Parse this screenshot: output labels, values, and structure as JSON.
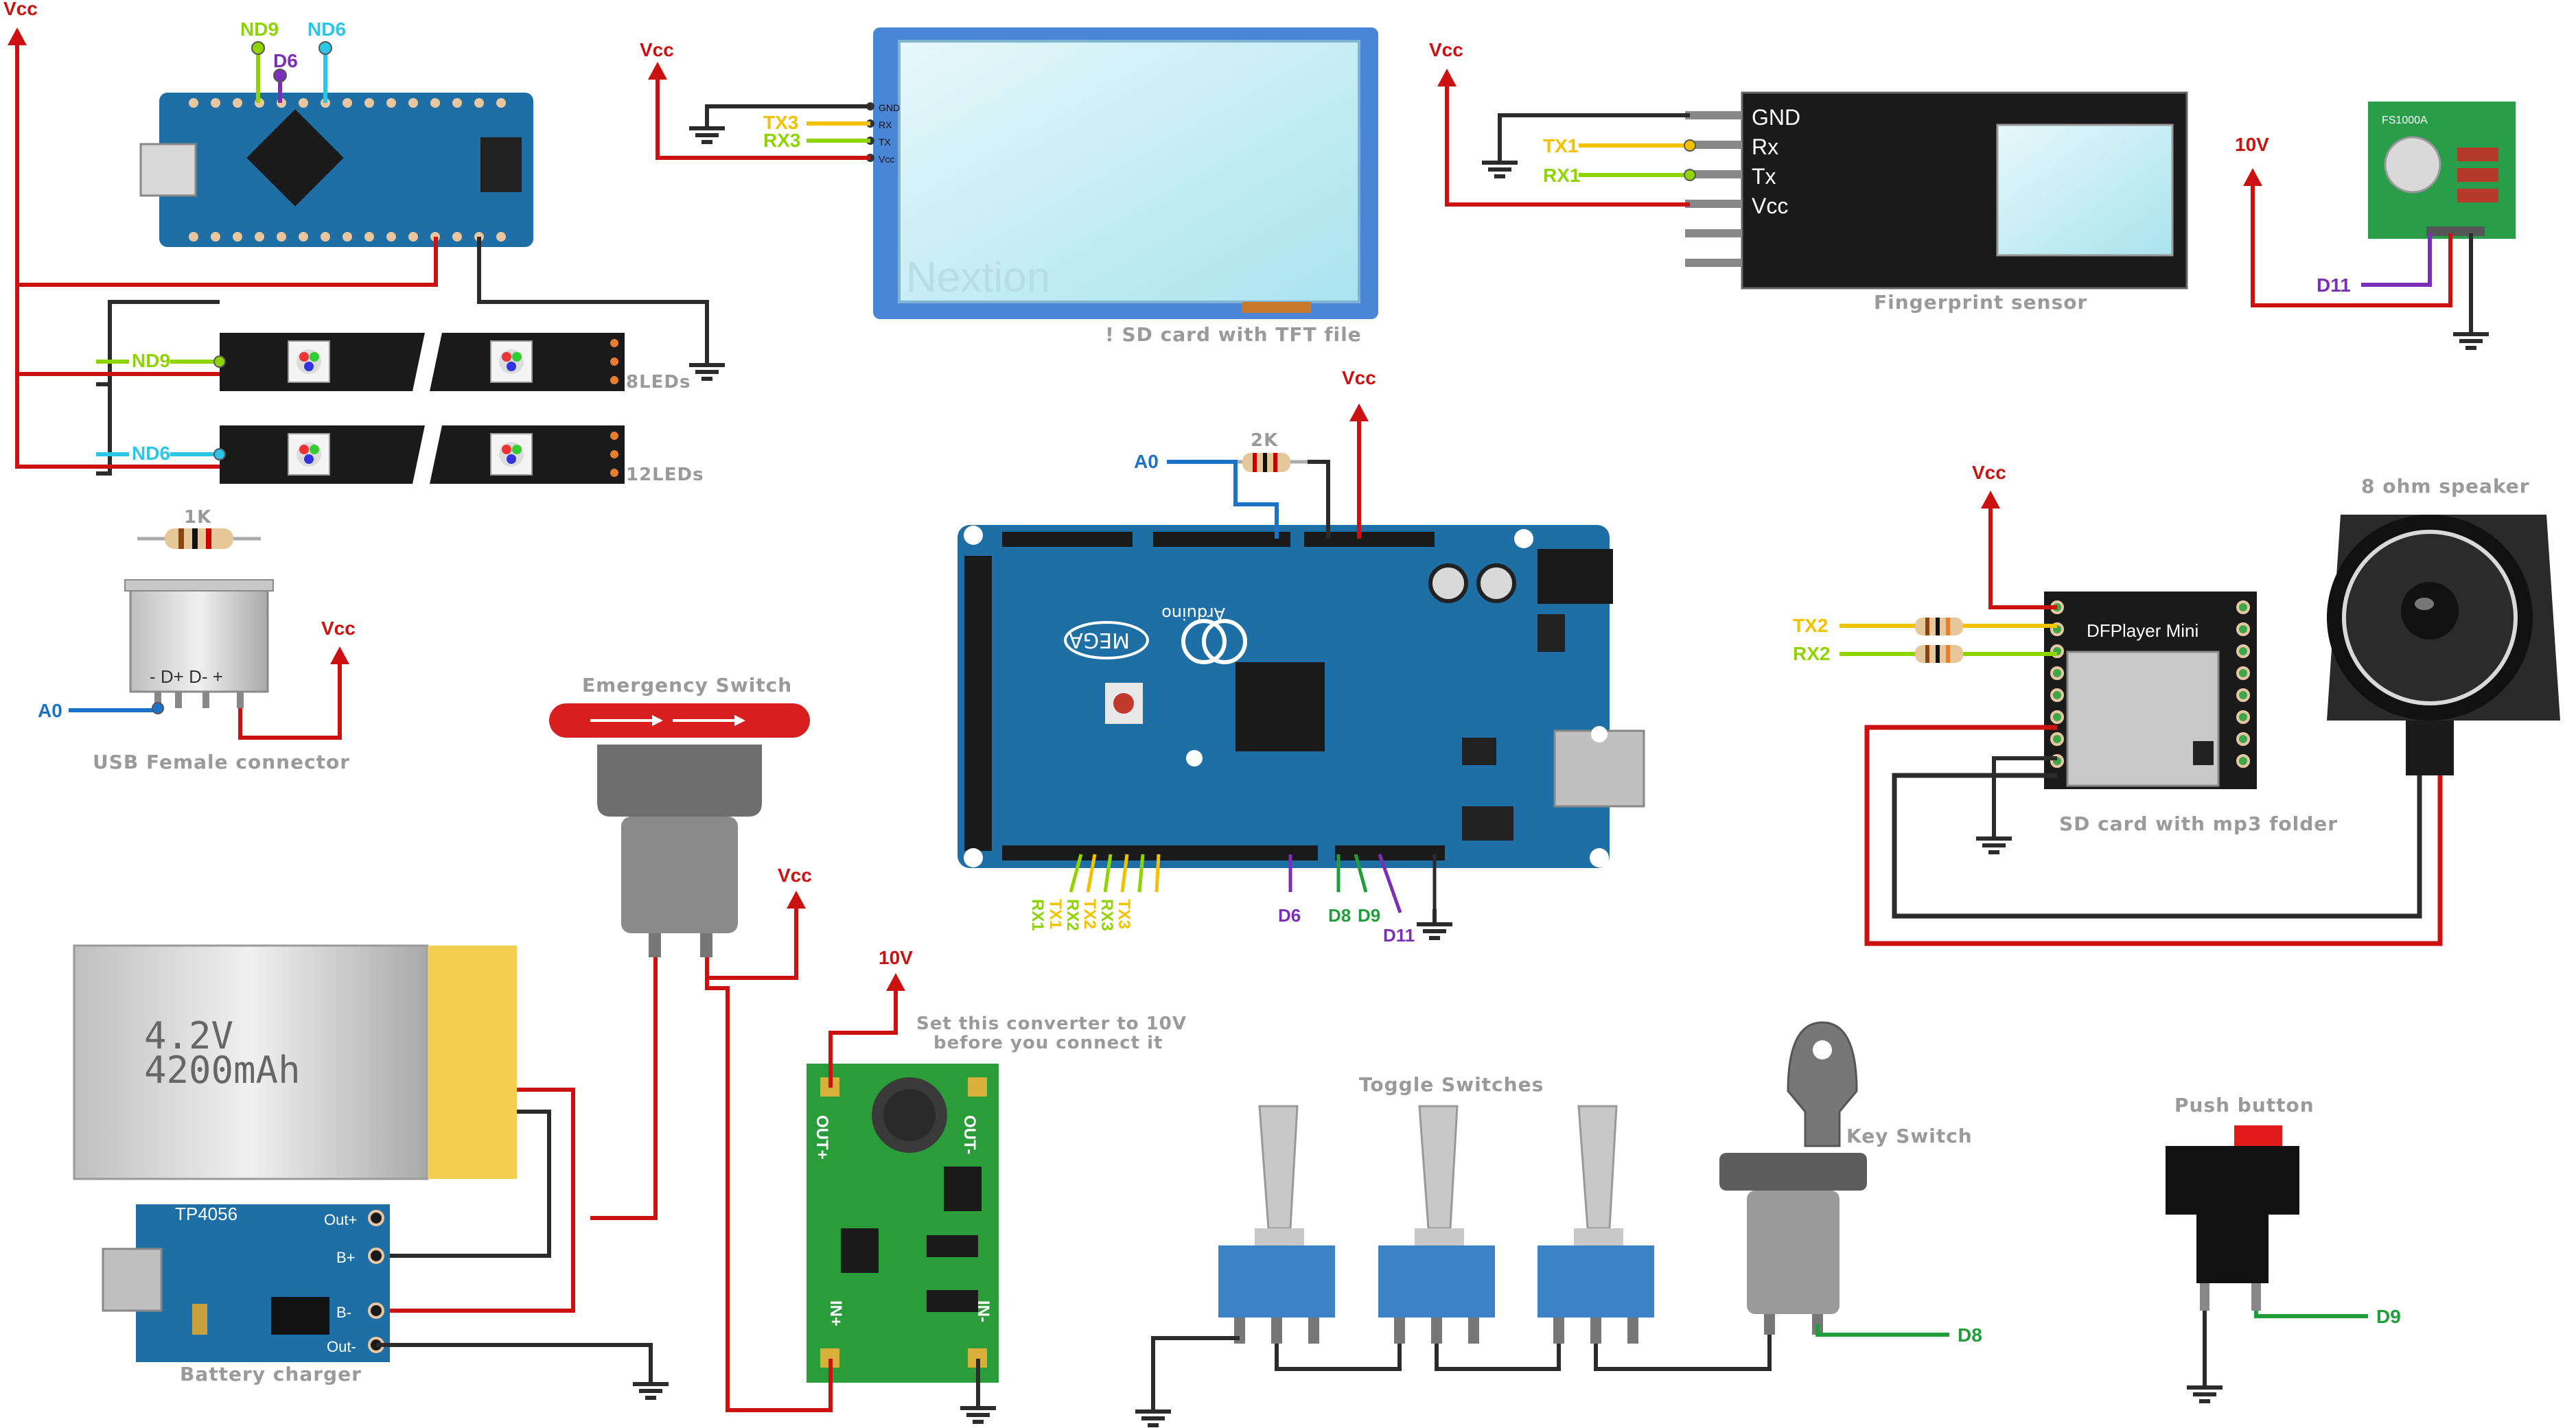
{
  "nets": {
    "vcc": "Vcc",
    "v10": "10V",
    "tx1": "TX1",
    "rx1": "RX1",
    "tx2": "TX2",
    "rx2": "RX2",
    "tx3": "TX3",
    "rx3": "RX3",
    "nd9": "ND9",
    "nd6": "ND6",
    "d6": "D6",
    "d8": "D8",
    "d9": "D9",
    "d11": "D11",
    "a0": "A0"
  },
  "labels": {
    "tft_note": "! SD card with TFT file",
    "nextion_brand": "Nextion",
    "fingerprint": "Fingerprint sensor",
    "leds_8": "8LEDs",
    "leds_12": "12LEDs",
    "usb_female": "USB Female connector",
    "emergency": "Emergency Switch",
    "converter_note_1": "Set this converter to 10V",
    "converter_note_2": "before you connect it",
    "toggle": "Toggle Switches",
    "key_switch": "Key Switch",
    "push_button": "Push button",
    "sd_mp3": "SD card with mp3 folder",
    "speaker": "8 ohm speaker",
    "battery_charger": "Battery charger",
    "dfplayer": "DFPlayer Mini",
    "battery_v": "4.2V",
    "battery_mah": "4200mAh",
    "tp4056": "TP4056",
    "res_2k": "2K",
    "res_1k": "1K",
    "rf_module": "FS1000A",
    "mega_logo": "MEGA",
    "arduino": "Arduino"
  },
  "fingerprint_pins": [
    "GND",
    "Rx",
    "Tx",
    "Vcc"
  ],
  "nextion_pins": [
    "GND",
    "RX",
    "TX",
    "Vcc"
  ],
  "usb_pins": "- D+ D- +",
  "charger_pins": [
    "Out+",
    "B+",
    "B-",
    "Out-"
  ],
  "converter_pins": {
    "out_plus": "OUT+",
    "out_minus": "OUT-",
    "in_plus": "IN+",
    "in_minus": "IN-"
  },
  "colors": {
    "vcc_wire": "#cc1111",
    "gnd_wire": "#2b2b2b",
    "tx_wire": "#f2c200",
    "rx_wire": "#8fd400",
    "signal_blue": "#1a73c9",
    "signal_purple": "#7b2fb8",
    "signal_green": "#1f9e3a",
    "arduino_blue": "#1d6fa5",
    "pcb_green": "#1f8a2e"
  }
}
